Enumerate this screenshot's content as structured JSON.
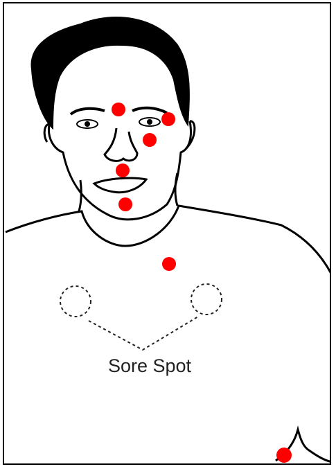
{
  "diagram": {
    "caption": "Sore Spot",
    "colors": {
      "point": "#ff0000",
      "outline": "#000000",
      "background": "#ffffff"
    },
    "points": [
      {
        "name": "forehead-point"
      },
      {
        "name": "temple-point"
      },
      {
        "name": "cheek-point"
      },
      {
        "name": "upper-lip-point"
      },
      {
        "name": "chin-point"
      },
      {
        "name": "sternum-point"
      },
      {
        "name": "hand-point"
      }
    ],
    "sore_spots": [
      {
        "name": "sore-spot-left"
      },
      {
        "name": "sore-spot-right"
      }
    ]
  }
}
